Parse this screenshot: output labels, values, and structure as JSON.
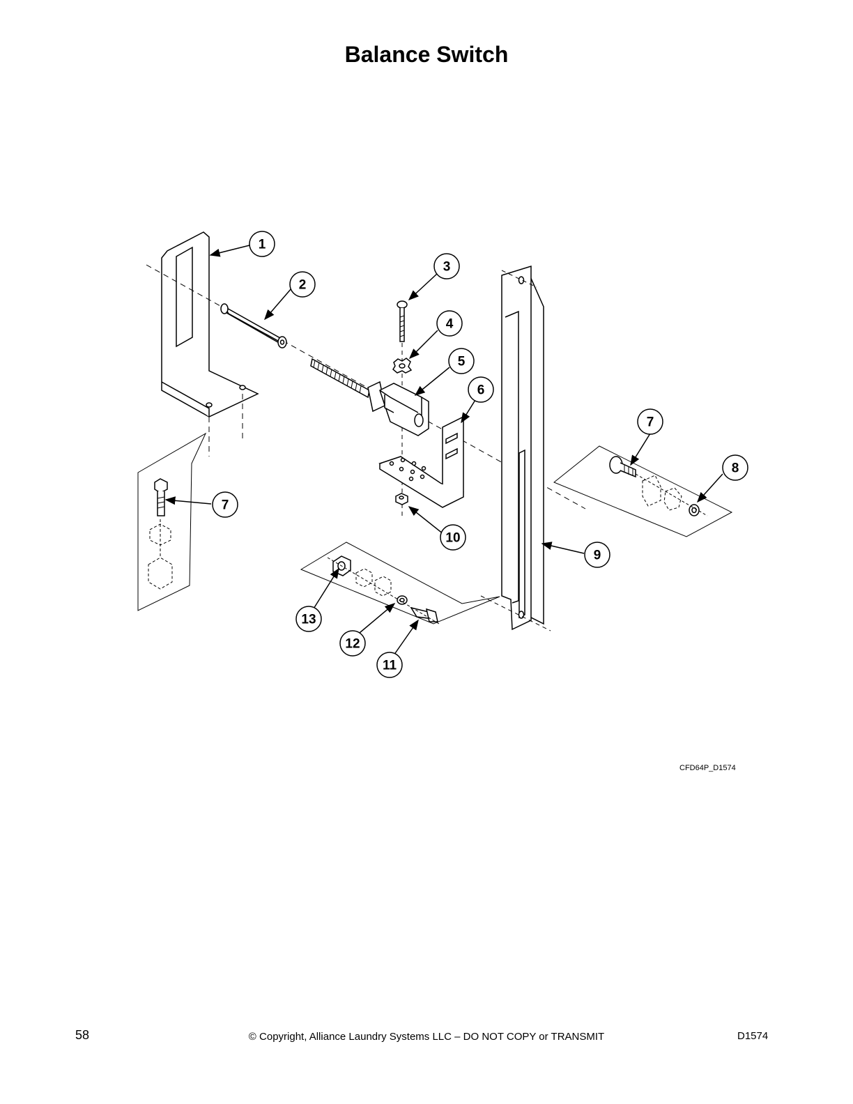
{
  "title": "Balance Switch",
  "figure_id": "CFD64P_D1574",
  "callouts": [
    "1",
    "2",
    "3",
    "4",
    "5",
    "6",
    "7",
    "8",
    "9",
    "10",
    "11",
    "12",
    "13"
  ],
  "footer": {
    "page_number": "58",
    "copyright": "© Copyright, Alliance Laundry Systems LLC – DO NOT COPY or TRANSMIT",
    "doc_code": "D1574"
  }
}
